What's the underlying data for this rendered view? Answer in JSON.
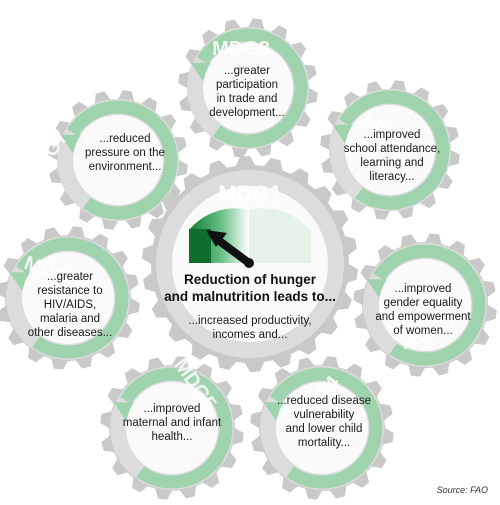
{
  "center": {
    "label": "MDG1",
    "heading": "Reduction of hunger\nand malnutrition leads to...",
    "subtext": "...increased productivity,\nincomes and..."
  },
  "gears": [
    {
      "label": "MDG8",
      "text": "...greater\nparticipation\nin trade and\ndevelopment..."
    },
    {
      "label": "MDG2",
      "text": "...improved\nschool attendance,\nlearning and\nliteracy..."
    },
    {
      "label": "MDG3",
      "text": "...improved\ngender equality\nand empowerment\nof women..."
    },
    {
      "label": "MDG4",
      "text": "...reduced disease\nvulnerability\nand lower child\nmortality..."
    },
    {
      "label": "MDG5",
      "text": "...improved\nmaternal and infant\nhealth..."
    },
    {
      "label": "MDG6",
      "text": "...greater\nresistance to\nHIV/AIDS,\nmalaria and\nother diseases..."
    },
    {
      "label": "MDG7",
      "text": "...reduced\npressure on the\nenvironment..."
    }
  ],
  "source": "Source: FAO",
  "colors": {
    "gear_fill": "#c9c9c9",
    "gear_rim": "#dcdcdc",
    "arrow_green": "#9fd3ad",
    "arrow_green_dark": "#6bbf86",
    "inner_fill": "#ffffff",
    "meter_dark": "#1a8a3c",
    "needle": "#111111"
  },
  "icons": [
    "circular-arrow-icon",
    "gauge-icon",
    "needle-arrow-icon"
  ]
}
